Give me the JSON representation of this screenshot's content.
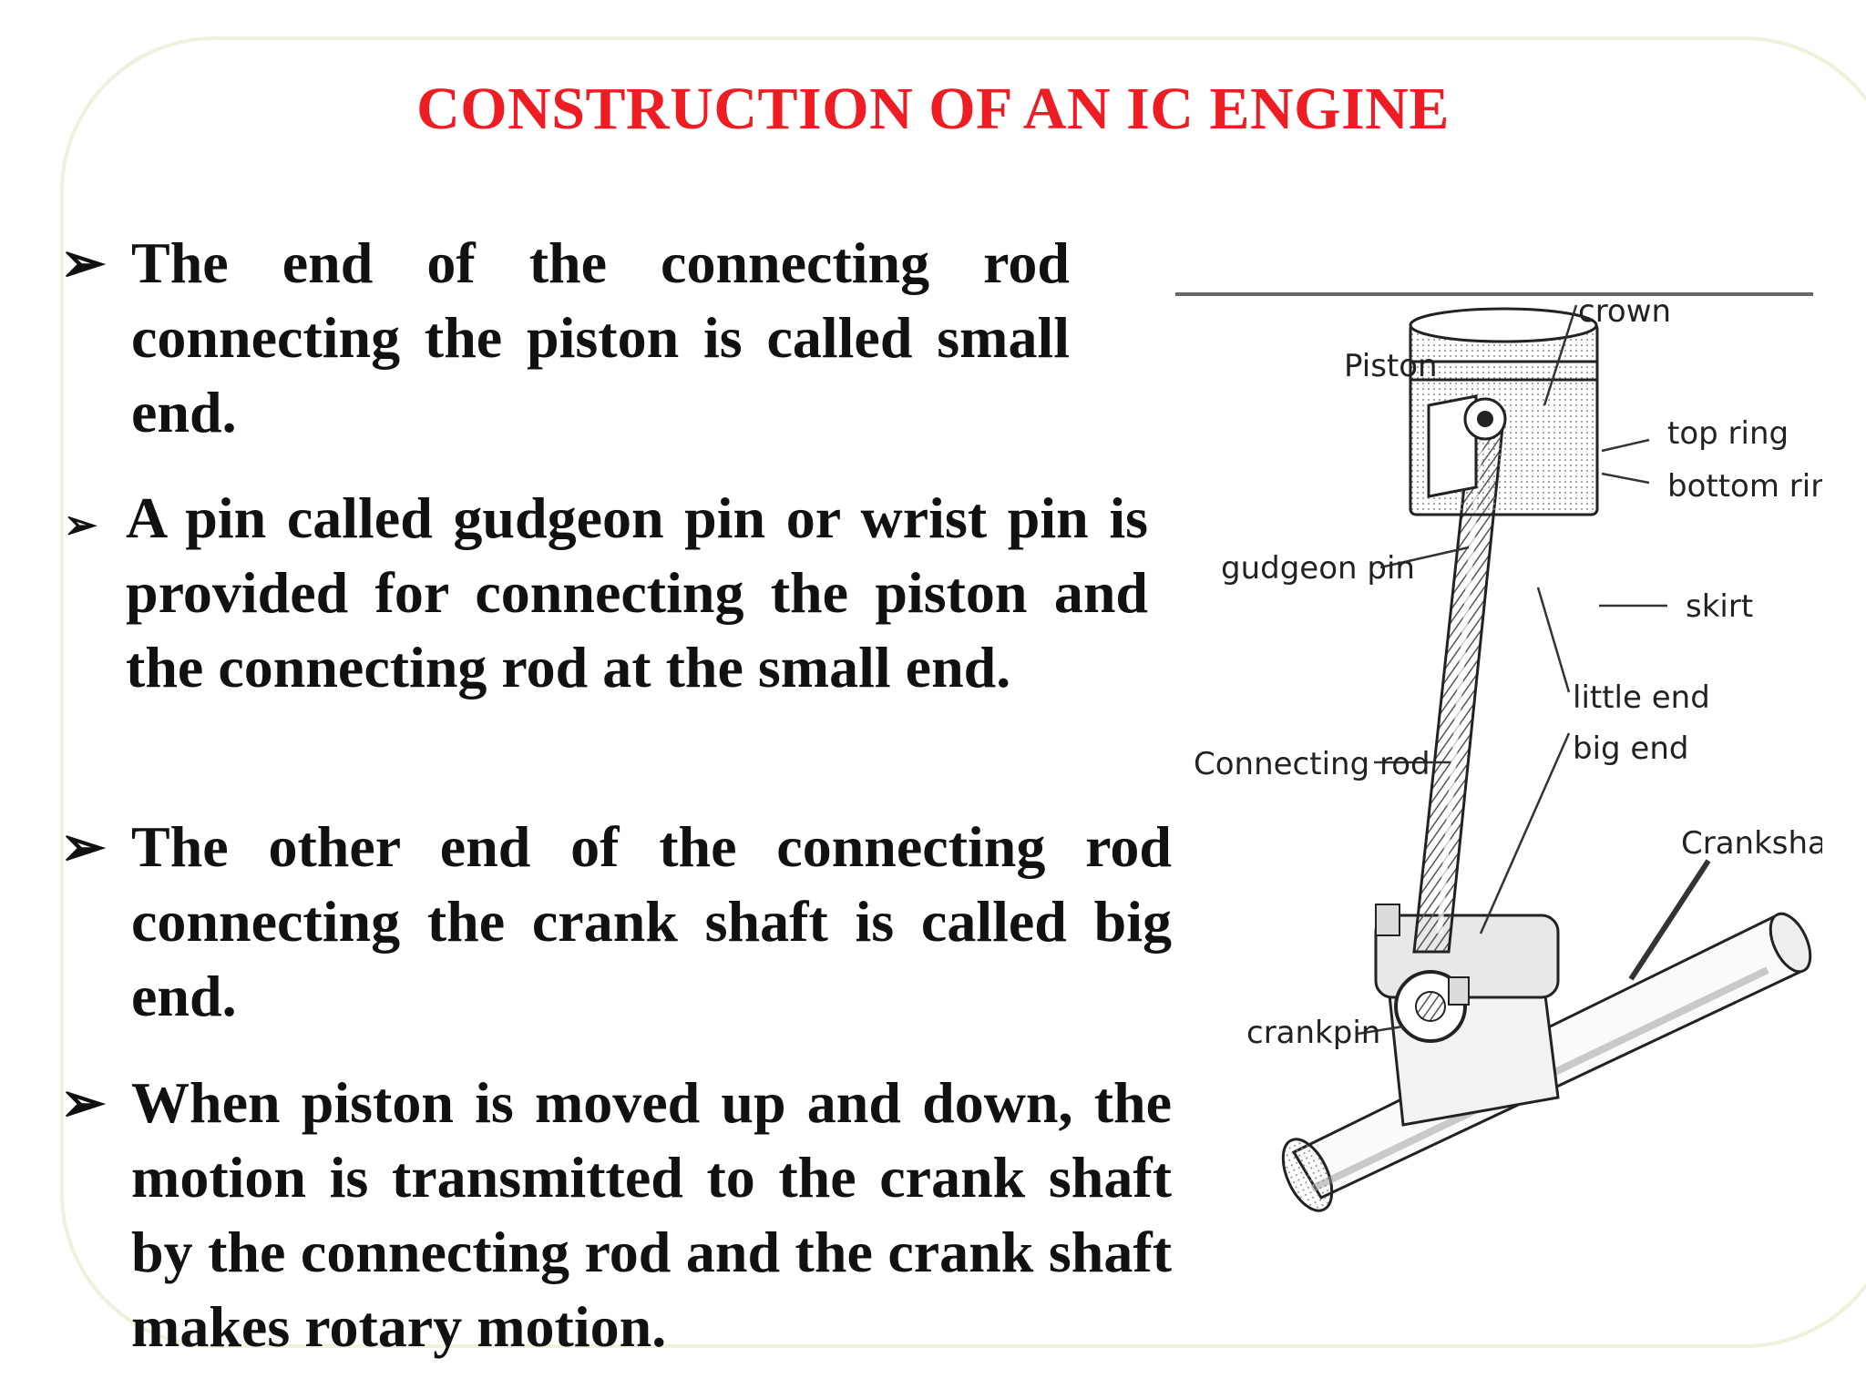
{
  "slide": {
    "title": "CONSTRUCTION OF AN IC ENGINE",
    "bullets": [
      {
        "marker": "➢",
        "text": "The end of the connecting rod connecting the piston is called small end."
      },
      {
        "marker": "➢",
        "text": "A pin called gudgeon pin or wrist pin is provided for connecting the piston and the connecting rod at the small end."
      },
      {
        "marker": "➢",
        "text": "The other end of the connecting rod connecting the crank shaft is called big end."
      },
      {
        "marker": "➢",
        "text": "When piston is moved up and down, the motion is transmitted to the crank shaft by the connecting rod and the crank shaft makes rotary motion."
      }
    ]
  },
  "diagram": {
    "labels": {
      "crown": "crown",
      "piston": "Piston",
      "top_ring": "top ring",
      "bottom_ring": "bottom ring",
      "gudgeon_pin": "gudgeon pin",
      "skirt": "skirt",
      "little_end": "little end",
      "big_end": "big end",
      "connecting_rod": "Connecting rod",
      "crankshaft": "Crankshaft",
      "crankpin": "crankpin"
    }
  }
}
